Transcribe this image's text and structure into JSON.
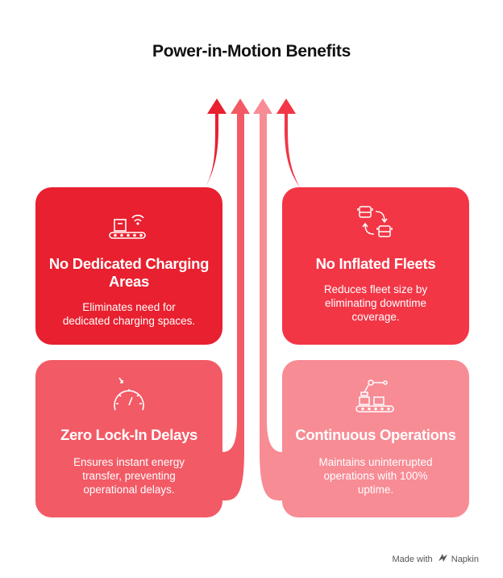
{
  "title": "Power-in-Motion Benefits",
  "colors": {
    "dark_red": "#e8202f",
    "red": "#f23646",
    "salmon": "#f25a66",
    "pink": "#f78c95",
    "white": "#ffffff"
  },
  "cards": [
    {
      "heading": "No Dedicated Charging Areas",
      "description": "Eliminates need for dedicated charging spaces.",
      "icon": "conveyor-package-wifi-icon"
    },
    {
      "heading": "No Inflated Fleets",
      "description": "Reduces fleet size by eliminating downtime coverage.",
      "icon": "fleet-vehicles-swap-icon"
    },
    {
      "heading": "Zero Lock-In Delays",
      "description": "Ensures instant energy transfer, preventing operational delays.",
      "icon": "gauge-icon"
    },
    {
      "heading": "Continuous Operations",
      "description": "Maintains uninterrupted operations with 100% uptime.",
      "icon": "robot-arm-conveyor-icon"
    }
  ],
  "footer": {
    "made_with": "Made with",
    "brand": "Napkin"
  }
}
